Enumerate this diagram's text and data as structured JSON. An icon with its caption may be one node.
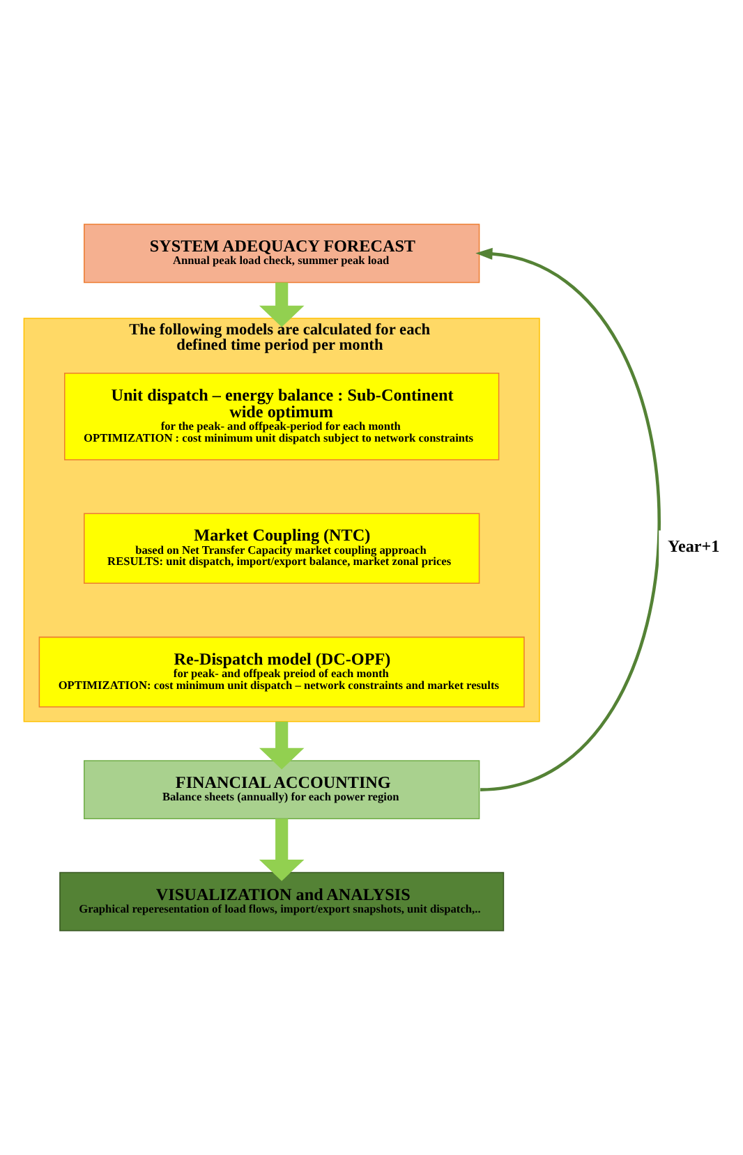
{
  "diagram": {
    "nodes": [
      {
        "text": [
          "SYSTEM ADEQUACY FORECAST",
          "Annual peak load check, summer peak load"
        ]
      },
      {
        "text": [
          "The following models are calculated for each defined time period per month"
        ]
      },
      {
        "text": [
          "Unit dispatch – energy balance : Sub-Continent wide optimum",
          "for the peak- and offpeak-period for each month",
          "OPTIMIZATION : cost minimum unit dispatch subject to network constraints"
        ],
        "in": 1
      },
      {
        "text": [
          "Market Coupling (NTC)",
          "based on Net Transfer Capacity market coupling approach",
          "RESULTS: unit dispatch, import/export balance, market zonal prices"
        ],
        "in": 1
      },
      {
        "text": [
          "Re-Dispatch model (DC-OPF)",
          "for peak- and offpeak preiod of each month",
          "OPTIMIZATION: cost minimum unit dispatch – network constraints and market results"
        ],
        "in": 1
      },
      {
        "text": [
          "FINANCIAL ACCOUNTING",
          "Balance sheets (annually) for each power region"
        ]
      },
      {
        "text": [
          "VISUALIZATION and ANALYSIS",
          "Graphical reperesentation of load flows, import/export snapshots, unit dispatch,.."
        ]
      }
    ],
    "edges": [
      {
        "from": 0,
        "to": 1,
        "arrow": "to"
      },
      {
        "from": 1,
        "to": 5,
        "arrow": "to"
      },
      {
        "from": 5,
        "to": 6,
        "arrow": "to"
      },
      {
        "from": 5,
        "to": 0,
        "arrow": "to",
        "label": "Year+1",
        "color": "#548235"
      }
    ]
  }
}
